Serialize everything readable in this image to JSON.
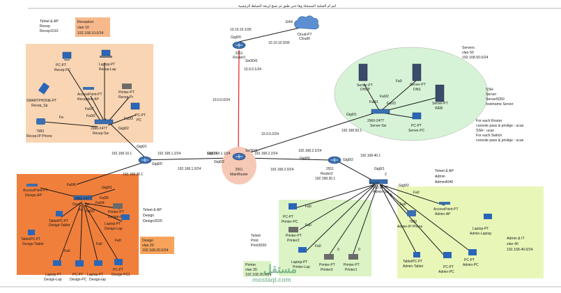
{
  "header_text": "لتم ام العملية المسجلة وها حتى طبق ثم نسخ لربعة التسلط الرئيسية",
  "areas": {
    "reception_note": [
      "Telnet & AP",
      "Recep",
      "Recep1010"
    ],
    "reception_box": [
      "Reception",
      "vlan 10",
      "192.168.10.0/24"
    ],
    "servers_box": [
      "Servers",
      "vlan 50",
      "192.168.50.0/24"
    ],
    "server_note": [
      "SSH",
      "Server",
      "Server5050",
      "hostname Server"
    ],
    "ssh_note": [
      "For each Router",
      "console pass & privilge : ucas",
      "SSH : ucas",
      "For each Switch",
      "console pass & privilge : ucas"
    ],
    "design_note": [
      "Telnet & AP",
      "Design",
      "Design2020"
    ],
    "design_box": [
      "Design",
      "vlan 20",
      "192.168.20.0/24"
    ],
    "printer_note": [
      "Telnet",
      "Print",
      "Print3030"
    ],
    "printer_box": [
      "Printer",
      "vlan 30",
      "192.168.30.0/24"
    ],
    "admin_note": [
      "Telnet & AP",
      "Admin",
      "Admin4040"
    ],
    "admin_box": [
      "Admin & IT",
      "vlan 40",
      "192.168.40.0/24"
    ]
  },
  "devices": {
    "cloud": [
      "Cloud-PT",
      "Cloud0"
    ],
    "isp": [
      "2911",
      "Router0"
    ],
    "main_router": [
      "2911",
      "MainRouter"
    ],
    "router2": [
      "2911",
      "Router2"
    ],
    "recep_sw": [
      "2960-24TT",
      "Recep-Sw"
    ],
    "recep_pc": [
      "PC-PT",
      "Recep-PC"
    ],
    "recep_lap": [
      "Laptop-PT",
      "Recep-Lap"
    ],
    "recep_ap": [
      "AccessPoint-PT",
      "Reception-AP"
    ],
    "recep_printer": [
      "Printer-PT",
      "Recep-Pr"
    ],
    "recep_phone": [
      "SMARTPHONE-PT",
      "Recep_Sp"
    ],
    "recep_ip": [
      "7960",
      "Recep-IP Phone"
    ],
    "recep_pc2": [
      "PC-PT",
      "PC"
    ],
    "server_sw": [
      "2960-24TT",
      "Server-Sw"
    ],
    "server_dhcp": [
      "Server-PT",
      "DHCP"
    ],
    "server_dns": [
      "Server-PT",
      "DNS"
    ],
    "server_web": [
      "Server-PT",
      "WEB"
    ],
    "server_pc": [
      "PC-PT",
      "Server-PC"
    ],
    "design_sw": [
      "2960-24TT",
      "Design-Sw"
    ],
    "design_ap": [
      "AccessPoint-PT",
      "Design-AP"
    ],
    "design_tablet": [
      "TabletPC-PT",
      "Design-Tablet"
    ],
    "design_tablet2": [
      "TabletPC-PT",
      "Design-Tablet"
    ],
    "design_pr": [
      "Printer-PT",
      "Design-Pr"
    ],
    "design_lap": [
      "Laptop-PT",
      "Design-Lap"
    ],
    "design_lap1": [
      "Laptop-PT",
      "Design-Lap"
    ],
    "design_pc": [
      "PC-PT",
      "Design-PC"
    ],
    "design_lap2": [
      "Laptop-PT",
      "Design-lap"
    ],
    "design_pc1": [
      "PC-PT",
      "Design-PC1"
    ],
    "admin_sw": [
      "2960-24TT",
      "Admin-Sw"
    ],
    "admin_ap": [
      "AccessPoint-PT",
      "Admin-AP"
    ],
    "admin_ip": [
      "7960",
      "Admin-IP Phone"
    ],
    "admin_lap": [
      "Laptop-PT",
      "Admin-Laptop"
    ],
    "admin_tablet": [
      "TabletPC-PT",
      "Admin-Tablet"
    ],
    "admin_pc": [
      "PC-PT",
      "Admin-PC"
    ],
    "admin_pc2": [
      "PC-PT",
      "Admin-PC"
    ],
    "printer_pc": [
      "PC-PT",
      "Printer-PC"
    ],
    "printer2": [
      "Printer-PT",
      "Printer2"
    ],
    "printer_lap": [
      "Laptop-PT",
      "Printer-Lap"
    ],
    "printer0": [
      "Printer-PT",
      "Printer0"
    ],
    "printer1": [
      "Printer-PT",
      "Printer1"
    ]
  },
  "ip_labels": {
    "cloud_link": "Eth6",
    "isp_ip1": "10.10.10.1/30",
    "isp_ip2": "10.10.10.0/30",
    "isp_port": "Gig0/0",
    "isp_se": "Se0/0/0",
    "isp_net": "10.0.0.1/24",
    "wan": "10.0.0.0/24",
    "main_se": "Se0/0/1",
    "main_ip_serv": "10.0.0.2/24",
    "main_net_serv": "192.168.2.2/24",
    "recep_gw": "192.168.10.1",
    "design_gw": "192.168.20.1",
    "main_gig1": "192.168.1.2/24",
    "main_net1": "192.168.1.0/24",
    "main_ip1": "192.168.1.1/24",
    "r2_ip1": "192.168.2.2/24",
    "r2_net": "192.168.2.0/24",
    "printer_gw": "192.168.30.1",
    "admin_gw": "192.168.40.1",
    "server_gw": "192.168.50.1"
  },
  "ports": {
    "recep_fa01": "Fa0/1",
    "recep_fa02": "Fa0/2",
    "recep_fa03": "Fa0/3",
    "recep_fa": "Fa",
    "recep_gig02": "Gig0/2",
    "recep_gig01": "Gig0/1",
    "main_gig00": "Gig0/0",
    "main_gig02": "Gig0/2",
    "main_gig01": "Gig0/1",
    "r2_gig00": "Gig0/0",
    "r2_gig02": "Gig0/2",
    "serv_gig01": "Gig0/1",
    "serv_fa01": "Fa0/1",
    "serv_fa02": "Fa0/2",
    "serv_fa03": "Fa0/3",
    "serv_fa0": "Fa0",
    "design_fa06": "Fa0/6",
    "design_gig01": "Gig0/1",
    "design_fa05": "Fa0/5",
    "design_fa04": "Fa0/4",
    "design_fa02": "Fa0/2",
    "design_fa": "Fa",
    "design_fa0a": "Fa0",
    "design_fa0b": "Fa0",
    "design_fa0c": "Fa0",
    "admin_gig01": "Gig0/1",
    "admin_fa04": "Fa0/4",
    "admin_gig02": "Gig0/2",
    "admin_fa0a": "Fa0",
    "admin_fa0b": "Fa0",
    "printer_fa0a": "Fa0",
    "printer_fa0b": "Fa0",
    "printer_fa0c": "Fa0",
    "zero": "0",
    "one": "1",
    "two": "2"
  },
  "watermark": {
    "top": "مستقل",
    "bottom": "mostaql.com"
  },
  "colors": {
    "reception_area": "#f9d5b3",
    "reception_label": "#f7b98b",
    "design_area": "#f07f3c",
    "design_label": "#f7a35c",
    "servers_area": "#d7f3d7",
    "printer_area": "#dbf3c5",
    "admin_area": "#e8f7b8",
    "wan_serial": "#e02020",
    "main_router_bg": "#f6c9b6"
  }
}
